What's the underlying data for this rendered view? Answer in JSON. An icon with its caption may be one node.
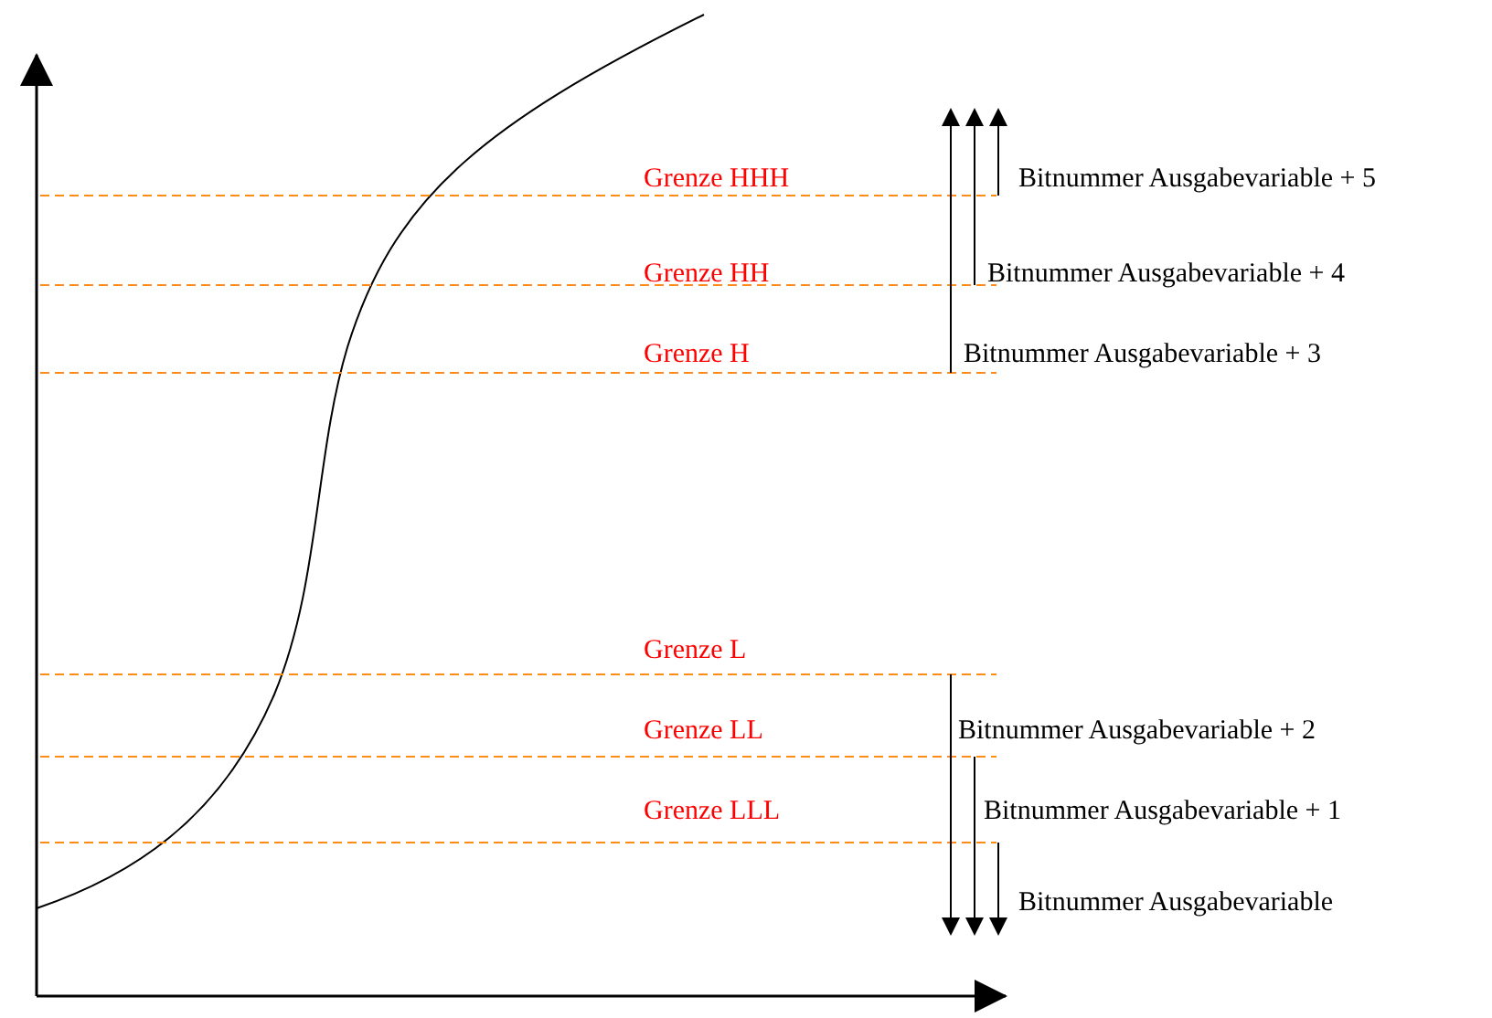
{
  "diagram": {
    "labels": [
      "Grenze HHH",
      "Bitnummer Ausgabevariable + 5",
      "Grenze HH",
      "Bitnummer Ausgabevariable + 4",
      "Grenze H",
      "Bitnummer Ausgabevariable + 3",
      "Grenze L",
      "Grenze LL",
      "Bitnummer Ausgabevariable + 2",
      "Grenze LLL",
      "Bitnummer Ausgabevariable + 1",
      "Bitnummer Ausgabevariable"
    ]
  }
}
